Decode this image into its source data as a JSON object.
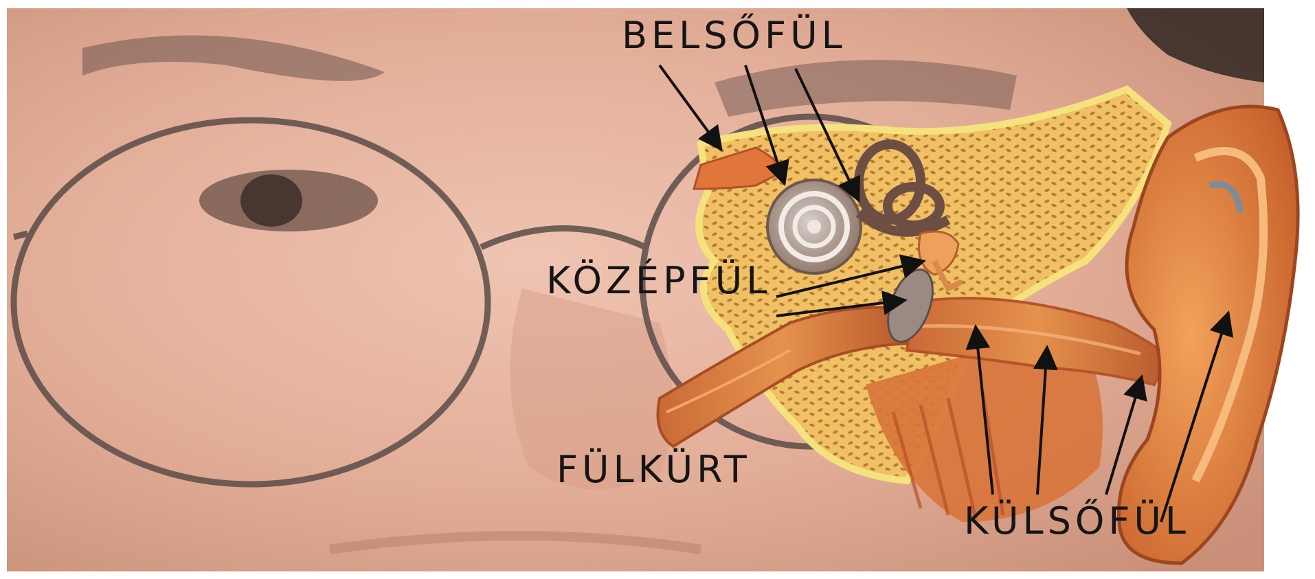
{
  "labels": {
    "inner_ear": "BELSŐFÜL",
    "middle_ear": "KÖZÉPFÜL",
    "eustachian_tube": "FÜLKÜRT",
    "outer_ear": "KÜLSŐFÜL"
  },
  "colors": {
    "skin": "#e6b39c",
    "background": "#ffffff",
    "bone": "#f3d36c",
    "tissue": "#e07f3a",
    "label_text": "#151515",
    "arrow": "#111111",
    "glasses_frame": "#5a4c48"
  }
}
